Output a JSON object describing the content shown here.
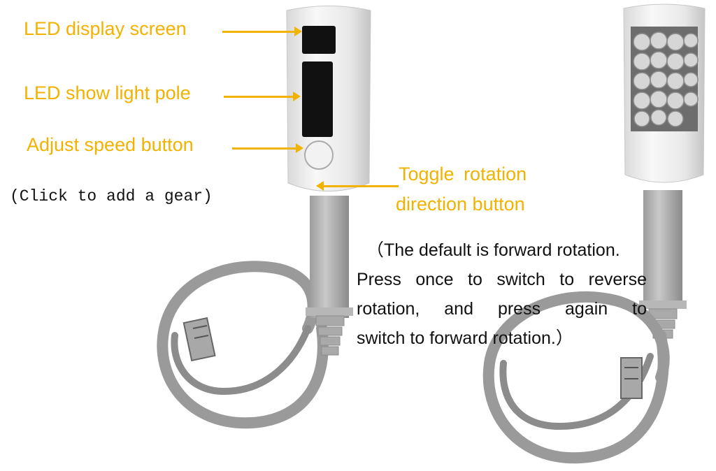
{
  "labels": {
    "led_display": "LED display screen",
    "led_pole": "LED show light pole",
    "speed_button": "Adjust speed button",
    "toggle_line1": "Toggle rotation",
    "toggle_line2": "direction button"
  },
  "notes": {
    "gear": "(Click to add a gear)",
    "default_rotation": [
      "（The default is forward rotation.",
      "Press once to switch to reverse",
      "rotation, and press again to",
      "switch to forward rotation.）"
    ]
  },
  "colors": {
    "label_accent": "#f2b200",
    "device_body": "#ececec",
    "cable": "#9a9a9a"
  }
}
